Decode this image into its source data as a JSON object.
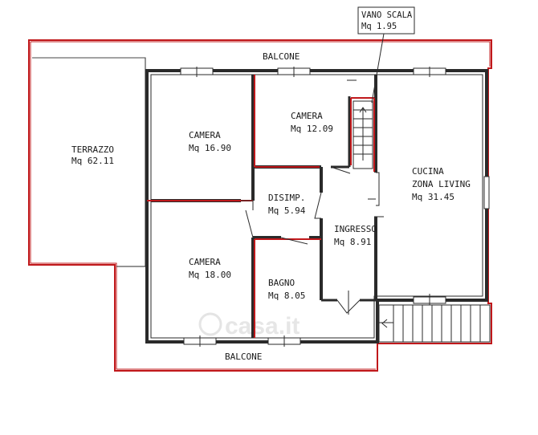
{
  "callout": {
    "line1": "VANO SCALA",
    "line2": "Mq 1.95"
  },
  "rooms": {
    "balcone_top": "BALCONE",
    "balcone_bottom": "BALCONE",
    "terrazzo": {
      "name": "TERRAZZO",
      "area": "Mq 62.11"
    },
    "camera_nw": {
      "name": "CAMERA",
      "area": "Mq 16.90"
    },
    "camera_n": {
      "name": "CAMERA",
      "area": "Mq 12.09"
    },
    "camera_sw": {
      "name": "CAMERA",
      "area": "Mq 18.00"
    },
    "disimpegno": {
      "name": "DISIMP.",
      "area": "Mq 5.94"
    },
    "bagno": {
      "name": "BAGNO",
      "area": "Mq 8.05"
    },
    "ingresso": {
      "name": "INGRESSO",
      "area": "Mq 8.91"
    },
    "cucina": {
      "name": "CUCINA",
      "name2": "ZONA LIVING",
      "area": "Mq 31.45"
    }
  },
  "watermark": "casa.it",
  "colors": {
    "boundary": "#c0181b",
    "walls": "#2a2a2a"
  }
}
